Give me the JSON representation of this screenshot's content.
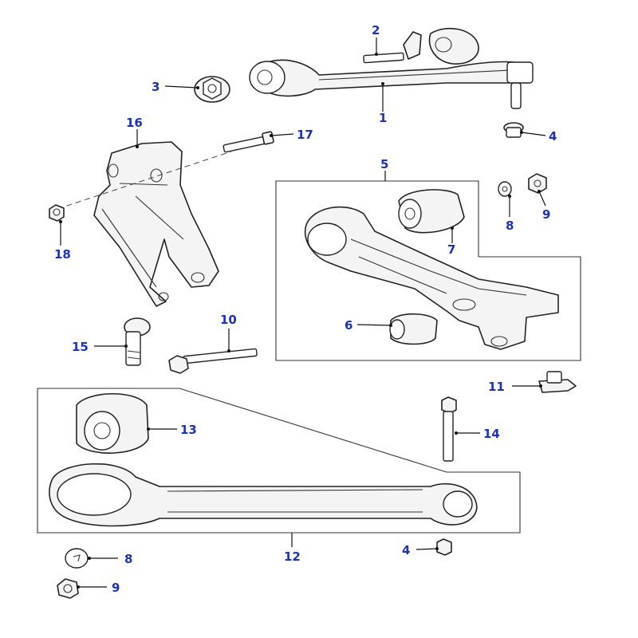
{
  "callouts": {
    "c1": "1",
    "c2": "2",
    "c3": "3",
    "c4a": "4",
    "c4b": "4",
    "c5": "5",
    "c6": "6",
    "c7": "7",
    "c8a": "8",
    "c8b": "8",
    "c9a": "9",
    "c9b": "9",
    "c10": "10",
    "c11": "11",
    "c12": "12",
    "c13": "13",
    "c14": "14",
    "c15": "15",
    "c16": "16",
    "c17": "17",
    "c18": "18"
  },
  "colors": {
    "label": "#1a33b8",
    "line": "#222222"
  }
}
